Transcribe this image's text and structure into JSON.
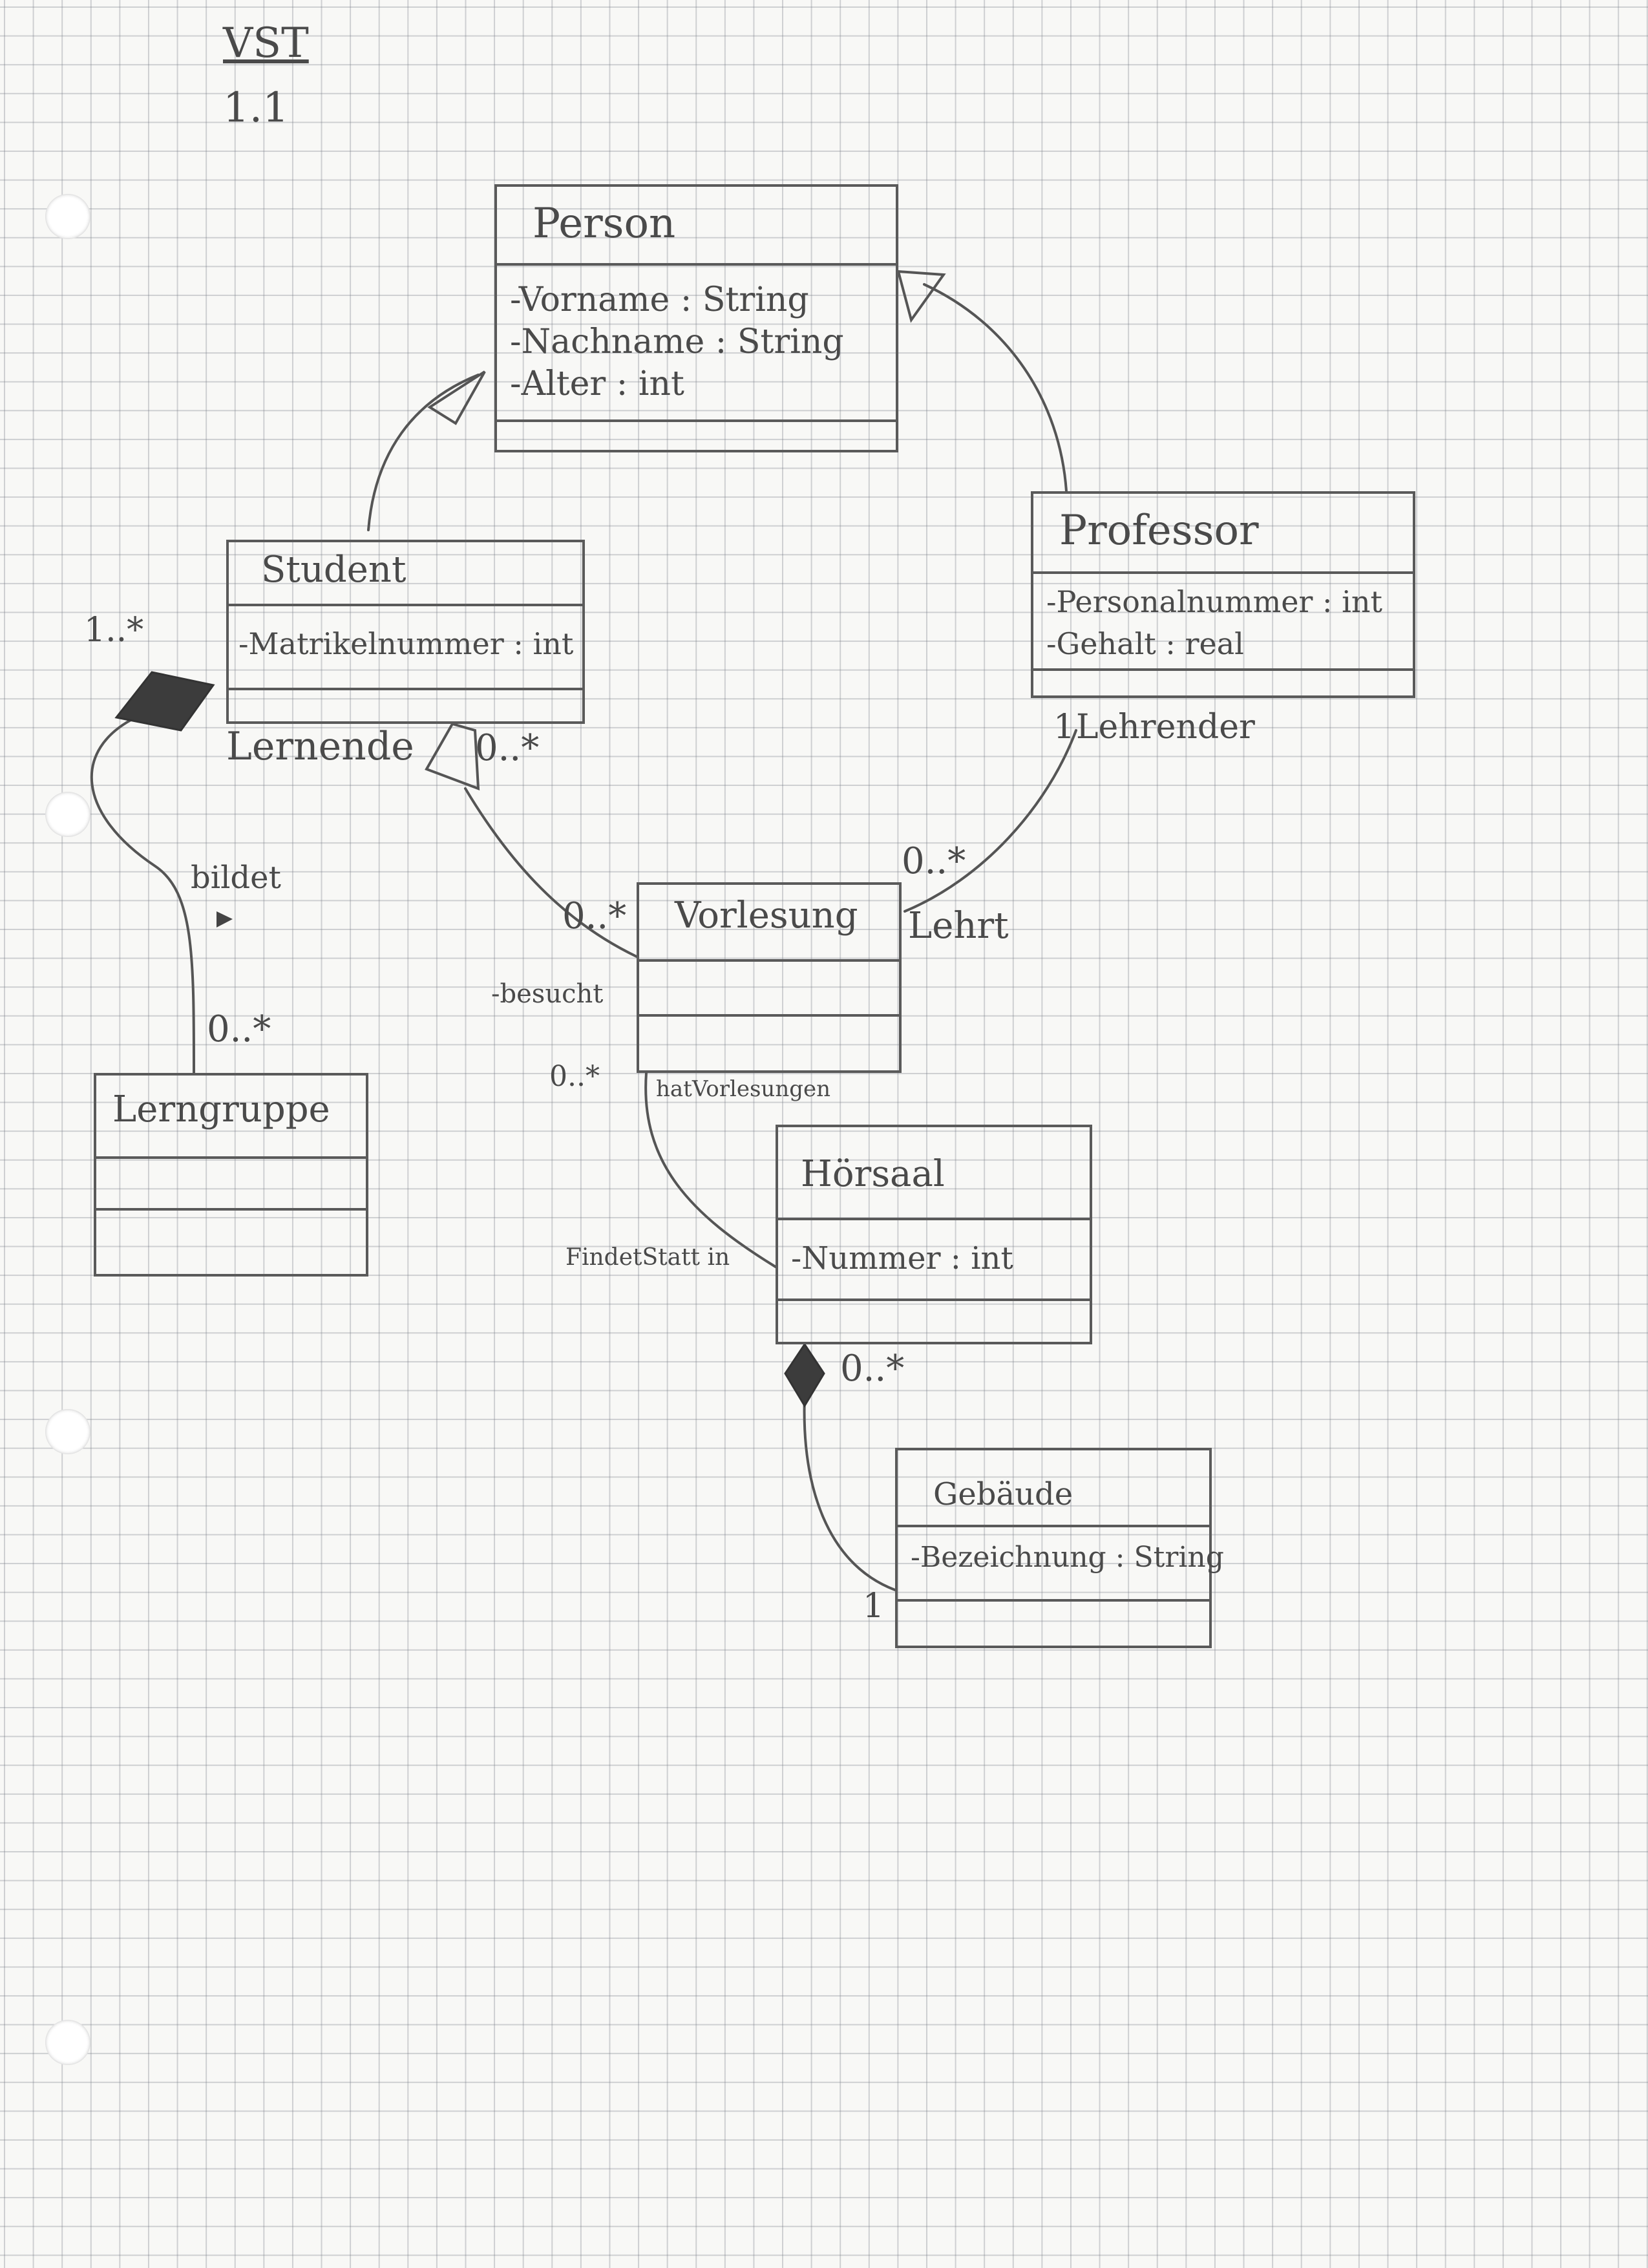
{
  "header": {
    "title": "VST",
    "number": "1.1"
  },
  "classes": {
    "person": {
      "name": "Person",
      "attributes": [
        "-Vorname : String",
        "-Nachname : String",
        "-Alter : int"
      ]
    },
    "student": {
      "name": "Student",
      "attributes": [
        "-Matrikelnummer : int"
      ]
    },
    "professor": {
      "name": "Professor",
      "attributes": [
        "-Personalnummer : int",
        "-Gehalt : real"
      ]
    },
    "vorlesung": {
      "name": "Vorlesung",
      "attributes": []
    },
    "lerngruppe": {
      "name": "Lerngruppe",
      "attributes": []
    },
    "hoersaal": {
      "name": "Hörsaal",
      "attributes": [
        "-Nummer : int"
      ]
    },
    "gebaeude": {
      "name": "Gebäude",
      "attributes": [
        "-Bezeichnung : String"
      ]
    }
  },
  "labels": {
    "student_lerngruppe_mult": "1..*",
    "lerngruppe_mult": "0..*",
    "bildet": "bildet",
    "lernende": "Lernende",
    "student_vorlesung_mult": "0..*",
    "vorlesung_student_mult": "0..*",
    "besucht": "-besucht",
    "professor_mult": "1",
    "lehrender": "Lehrender",
    "vorlesung_prof_mult": "0..*",
    "lehrt": "Lehrt",
    "vorlesung_hoersaal_mult": "0..*",
    "hat_vorlesungen": "hatVorlesungen",
    "findet_statt": "FindetStatt in",
    "hoersaal_mult": "0..*",
    "gebaeude_mult": "1"
  }
}
